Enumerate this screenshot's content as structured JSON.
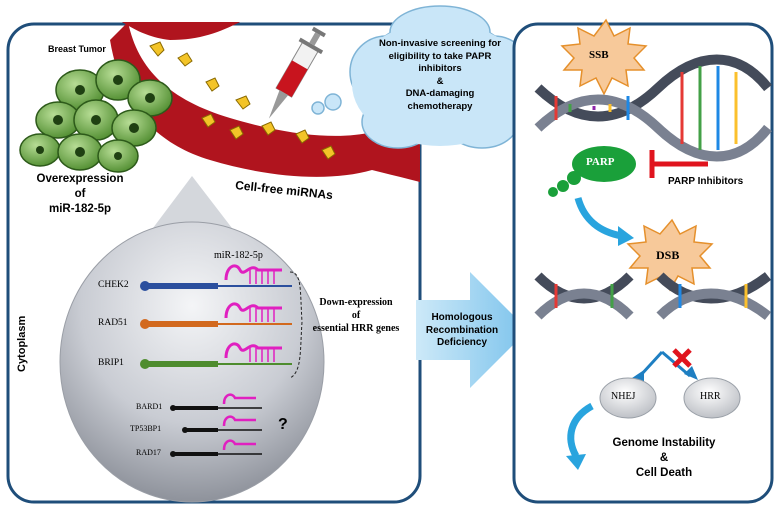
{
  "left_panel": {
    "breast_tumor_label": "Breast Tumor",
    "overexpression_label": [
      "Overexpression",
      "of",
      "miR-182-5p"
    ],
    "cell_free_label": "Cell-free miRNAs",
    "cytoplasm_label": "Cytoplasm"
  },
  "cloud": {
    "lines": [
      "Non-invasive screening for",
      "eligibility  to take PAPR",
      "inhibitors",
      "&",
      "DNA-damaging",
      "chemotherapy"
    ]
  },
  "cytoplasm_bubble": {
    "mirna_label": "miR-182-5p",
    "genes_main": [
      {
        "name": "CHEK2",
        "color": "#2b4f9e"
      },
      {
        "name": "RAD51",
        "color": "#d2691e"
      },
      {
        "name": "BRIP1",
        "color": "#4e8c2e"
      }
    ],
    "genes_minor": [
      "BARD1",
      "TP53BP1",
      "RAD17"
    ],
    "down_expression_label": [
      "Down-expression",
      "of",
      "essential HRR genes"
    ],
    "question_mark": "?",
    "mirna_color": "#e020c0"
  },
  "middle_arrow": {
    "lines": [
      "Homologous",
      "Recombination",
      "Deficiency"
    ]
  },
  "right_panel": {
    "ssb_label": "SSB",
    "parp_label": "PARP",
    "parp_inhibitors_label": "PARP Inhibitors",
    "dsb_label": "DSB",
    "nhej_label": "NHEJ",
    "hrr_label": "HRR",
    "outcome_lines": [
      "Genome Instability",
      "&",
      "Cell Death"
    ]
  },
  "colors": {
    "panel_border": "#1f4e7a",
    "vessel_red": "#b0141e",
    "cell_green": "#6fa84a",
    "parp_green": "#1aa03a",
    "inhibitor_red": "#e0141e",
    "burst_fill": "#f7c99a",
    "arrow_blue": "#9cd2f0"
  }
}
